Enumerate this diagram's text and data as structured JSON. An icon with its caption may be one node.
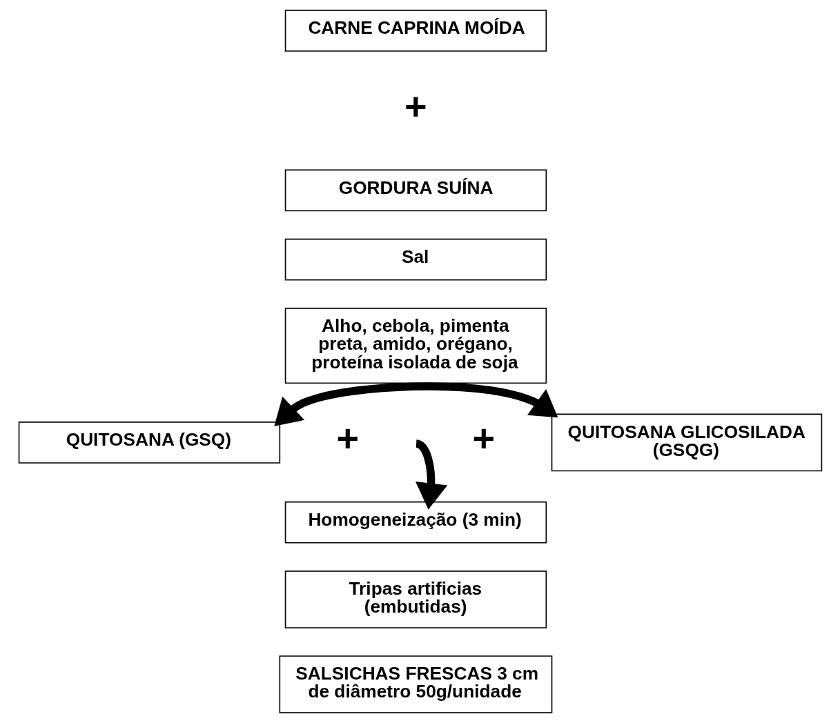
{
  "diagram": {
    "nodes": [
      {
        "text": [
          "CARNE CAPRINA MOÍDA"
        ]
      },
      {
        "text": [
          "GORDURA SUÍNA"
        ]
      },
      {
        "text": [
          "Sal"
        ]
      },
      {
        "text": [
          "Alho, cebola, pimenta preta, amido, orégano, proteína isolada de soja"
        ]
      },
      {
        "text": [
          "QUITOSANA (GSQ)"
        ]
      },
      {
        "text": [
          "QUITOSANA GLICOSILADA (GSQG)"
        ]
      },
      {
        "text": [
          "Homogeneização (3 min)"
        ]
      },
      {
        "text": [
          "Tripas artificias (embutidas)"
        ]
      },
      {
        "text": [
          "SALSICHAS FRESCAS 3 cm de diâmetro 50g/unidade"
        ]
      }
    ],
    "edges": [
      {
        "from": 4,
        "to": 5,
        "arrow": "both"
      },
      {
        "from": null,
        "to": 6,
        "arrow": "to"
      }
    ],
    "labels": [
      "+",
      "+",
      "+"
    ]
  }
}
